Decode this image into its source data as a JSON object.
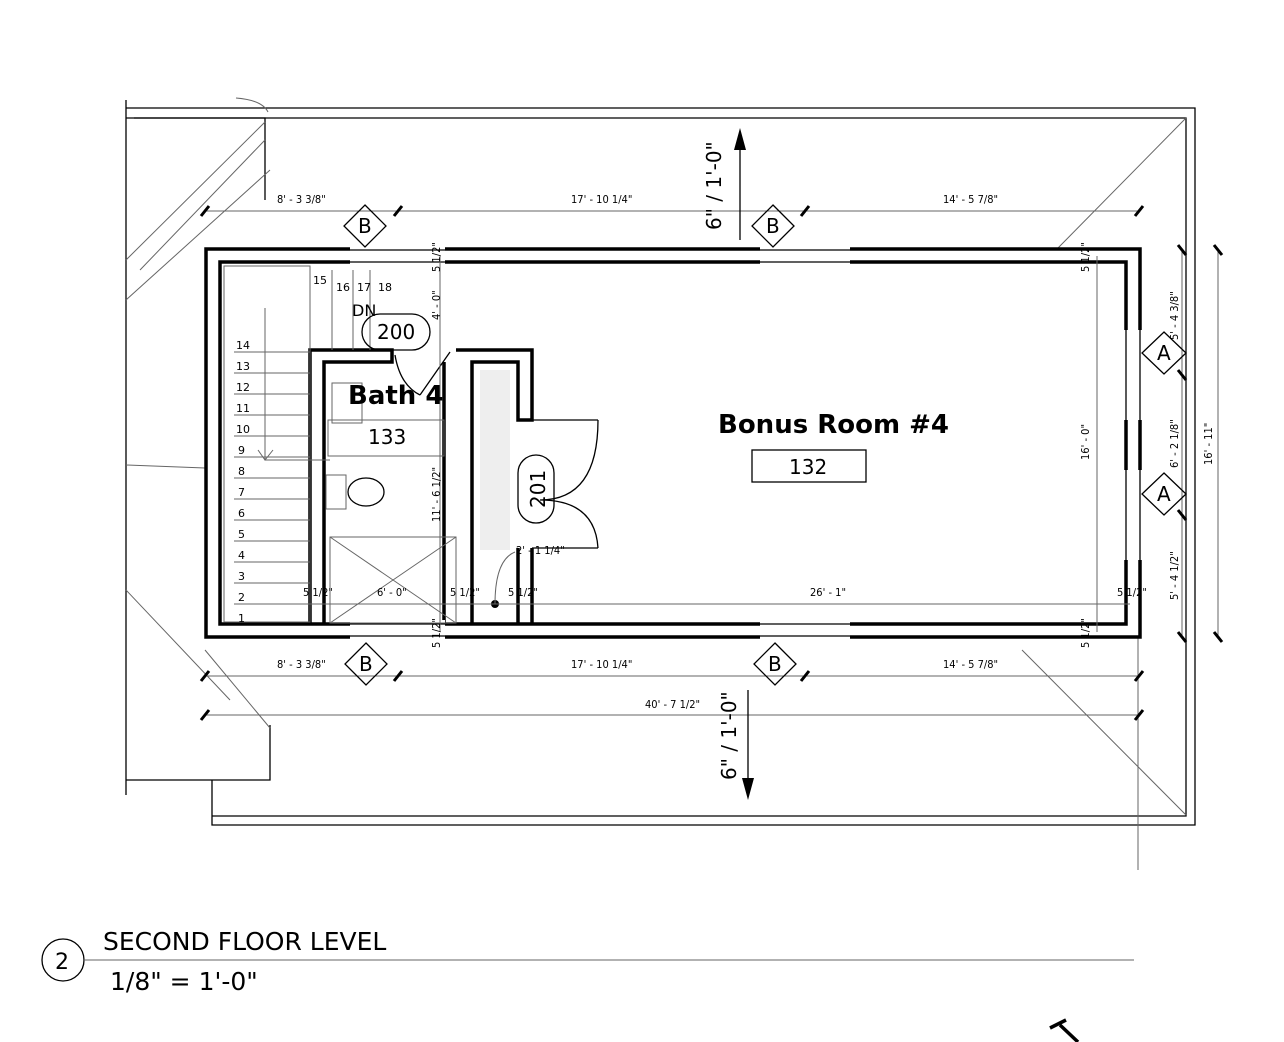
{
  "drawing": {
    "title": "SECOND FLOOR LEVEL",
    "scale": "1/8\" = 1'-0\"",
    "view_number": "2"
  },
  "rooms": {
    "bonus_name": "Bonus Room #4",
    "bonus_number": "132",
    "bath_name": "Bath 4",
    "bath_number": "133",
    "stair_tag": "200",
    "closet_tag": "201",
    "stair_dn": "DN"
  },
  "stairs": [
    "1",
    "2",
    "3",
    "4",
    "5",
    "6",
    "7",
    "8",
    "9",
    "10",
    "11",
    "12",
    "13",
    "14",
    "15",
    "16",
    "17",
    "18"
  ],
  "markers": {
    "window_b": "B",
    "window_a": "A"
  },
  "slopes": {
    "top": "6\" / 1'-0\"",
    "bottom": "6\" / 1'-0\""
  },
  "dimensions": {
    "top_1": "8' - 3 3/8\"",
    "top_2": "17' - 10 1/4\"",
    "top_3": "14' - 5 7/8\"",
    "bot_1": "8' - 3 3/8\"",
    "bot_2": "17' - 10 1/4\"",
    "bot_3": "14' - 5 7/8\"",
    "overall": "40' - 7 1/2\"",
    "right_1": "5' - 4 3/8\"",
    "right_2": "6' - 2 1/8\"",
    "right_3": "5' - 4 1/2\"",
    "right_overall": "16' - 11\"",
    "room_height": "16' - 0\"",
    "room_width": "26' - 1\"",
    "bath_height": "11' - 6 1/2\"",
    "landing": "4' - 0\"",
    "shower": "6' - 0\"",
    "closet": "2' - 1 1/4\"",
    "wall": "5 1/2\""
  }
}
